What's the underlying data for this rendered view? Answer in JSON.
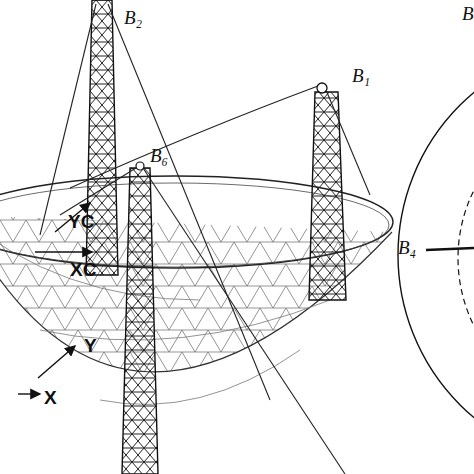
{
  "diagram": {
    "labels": [
      "B₂",
      "B₁",
      "B₆",
      "YC",
      "XC",
      "Y",
      "X",
      "B₄",
      "B"
    ]
  }
}
